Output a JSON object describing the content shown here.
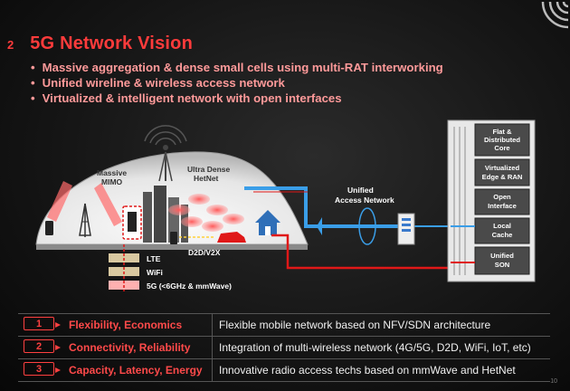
{
  "slide": {
    "number": "2",
    "title": "5G Network Vision",
    "bullets": [
      "Massive aggregation & dense small cells using multi-RAT interworking",
      "Unified wireline & wireless access network",
      "Virtualized & intelligent network with open interfaces"
    ],
    "page_number": "10"
  },
  "diagram": {
    "massive_mimo": [
      "Massive",
      "MIMO"
    ],
    "ultra_dense": [
      "Ultra Dense",
      "HetNet"
    ],
    "d2d_label": "D2D/V2X",
    "unified_access": [
      "Unified",
      "Access Network"
    ],
    "wireless_links": [
      "LTE",
      "WiFi",
      "5G (<6GHz & mmWave)"
    ],
    "core_boxes": [
      [
        "Flat &",
        "Distributed",
        "Core"
      ],
      [
        "Virtualized",
        "Edge & RAN"
      ],
      [
        "Open",
        "Interface"
      ],
      [
        "Local",
        "Cache"
      ],
      [
        "Unified",
        "SON"
      ]
    ]
  },
  "table": [
    {
      "num": "1",
      "label": "Flexibility, Economics",
      "desc": "Flexible mobile network based on NFV/SDN architecture"
    },
    {
      "num": "2",
      "label": "Connectivity, Reliability",
      "desc": "Integration of multi-wireless network (4G/5G, D2D, WiFi, IoT, etc)"
    },
    {
      "num": "3",
      "label": "Capacity, Latency, Energy",
      "desc": "Innovative radio access techs based on mmWave and HetNet"
    }
  ],
  "colors": {
    "accent": "#ff3b3b",
    "bullet": "#ff9a9a",
    "link_blue": "#3a9ee8",
    "link_red": "#e01818"
  }
}
